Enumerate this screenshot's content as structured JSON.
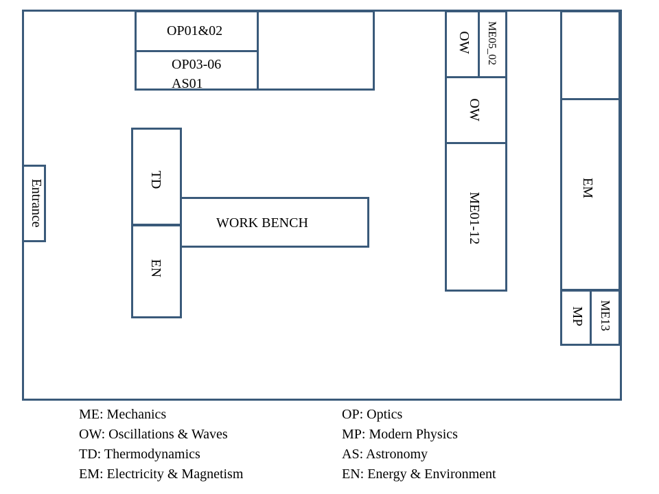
{
  "colors": {
    "outline": "#3a5a7a",
    "background": "#ffffff",
    "text": "#000000"
  },
  "labels": {
    "op01_02": "OP01&02",
    "op03_06": "OP03-06",
    "as01": "AS01",
    "ow_top": "OW",
    "me05_02": "ME05_02",
    "ow_mid": "OW",
    "me01_12": "ME01-12",
    "em": "EM",
    "mp": "MP",
    "me13": "ME13",
    "entrance": "Entrance",
    "td": "TD",
    "en": "EN",
    "work_bench": "WORK BENCH"
  },
  "legend": {
    "left": [
      "ME:  Mechanics",
      "OW: Oscillations & Waves",
      "TD: Thermodynamics",
      "EM: Electricity & Magnetism"
    ],
    "right": [
      "OP: Optics",
      "MP: Modern Physics",
      "AS: Astronomy",
      "EN: Energy & Environment"
    ]
  }
}
